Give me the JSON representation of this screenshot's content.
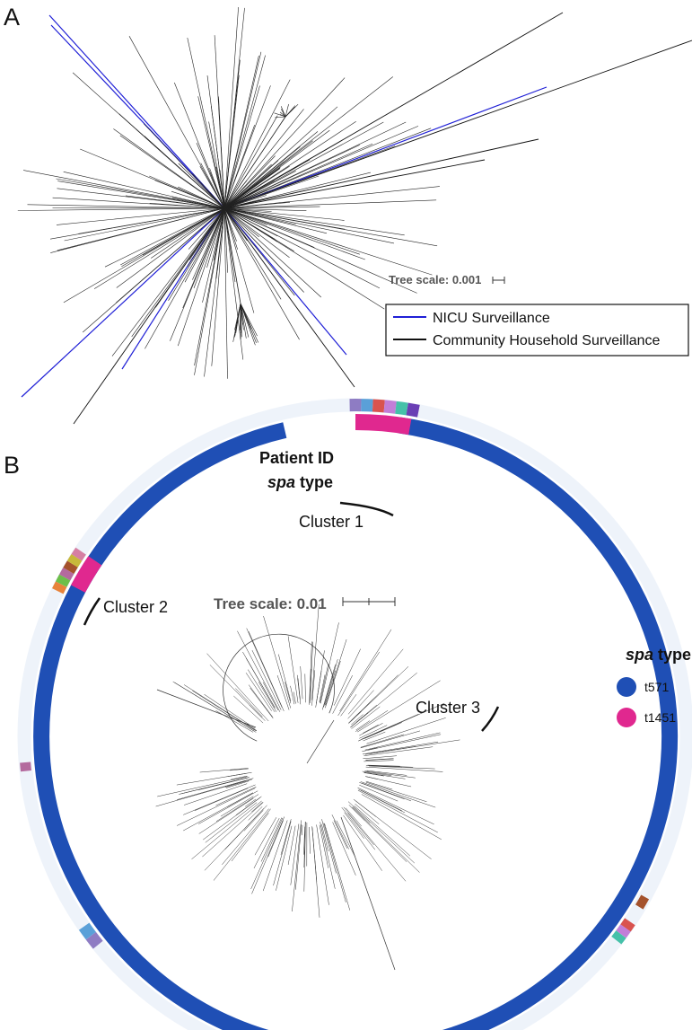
{
  "panel_a": {
    "letter": "A",
    "tree_scale_label": "Tree scale: 0.001",
    "legend": [
      {
        "label": "NICU Surveillance",
        "color": "#1f1fd6"
      },
      {
        "label": "Community Household Surveillance",
        "color": "#111111"
      }
    ]
  },
  "panel_b": {
    "letter": "B",
    "tree_scale_label": "Tree scale: 0.01",
    "ring_labels": {
      "patient_id": "Patient ID",
      "spa_type_italic": "spa",
      "spa_type_rest": " type"
    },
    "clusters": [
      {
        "label": "Cluster 1"
      },
      {
        "label": "Cluster 2"
      },
      {
        "label": "Cluster 3"
      }
    ],
    "spa_legend": {
      "title_italic": "spa",
      "title_rest": " type",
      "items": [
        {
          "label": "t571",
          "color": "#1f4fb5"
        },
        {
          "label": "t1451",
          "color": "#e0288f"
        }
      ]
    },
    "colors": {
      "t571": "#1f4fb5",
      "t1451": "#e0288f",
      "outer_ring": "#eef3fa"
    }
  }
}
